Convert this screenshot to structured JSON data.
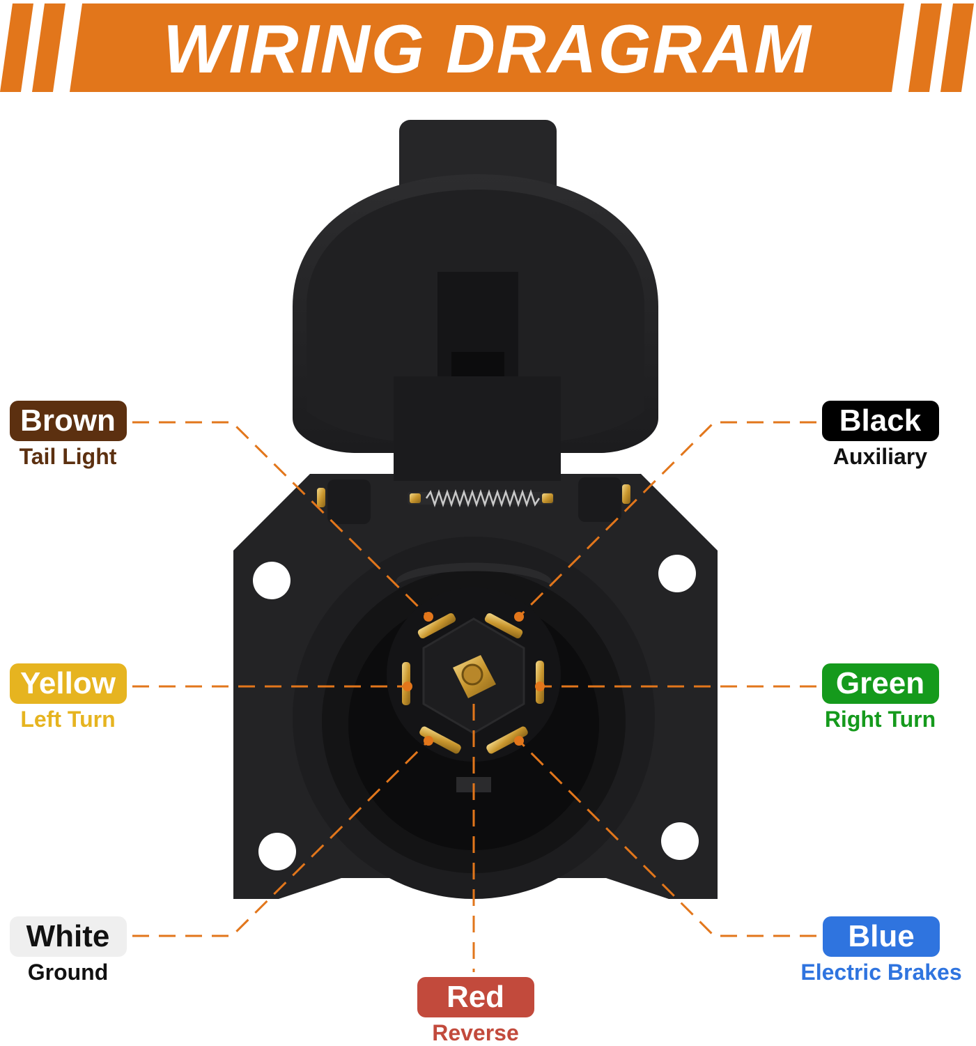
{
  "banner": {
    "title": "WIRING DRAGRAM",
    "color": "#e2761b"
  },
  "guide_line_color": "#e2761b",
  "pins": [
    {
      "id": "brown",
      "color_name": "Brown",
      "function": "Tail Light",
      "chip_color": "#5c3010",
      "text_color": "#5c3010"
    },
    {
      "id": "black",
      "color_name": "Black",
      "function": "Auxiliary",
      "chip_color": "#000000",
      "text_color": "#111111"
    },
    {
      "id": "yellow",
      "color_name": "Yellow",
      "function": "Left Turn",
      "chip_color": "#e6b420",
      "text_color": "#e6b420"
    },
    {
      "id": "green",
      "color_name": "Green",
      "function": "Right Turn",
      "chip_color": "#159a1c",
      "text_color": "#159a1c"
    },
    {
      "id": "white",
      "color_name": "White",
      "function": "Ground",
      "chip_color": "#efefef",
      "text_color": "#111111"
    },
    {
      "id": "blue",
      "color_name": "Blue",
      "function": "Electric Brakes",
      "chip_color": "#2f74df",
      "text_color": "#2f74df"
    },
    {
      "id": "red",
      "color_name": "Red",
      "function": "Reverse",
      "chip_color": "#c24a3c",
      "text_color": "#c24a3c"
    }
  ]
}
